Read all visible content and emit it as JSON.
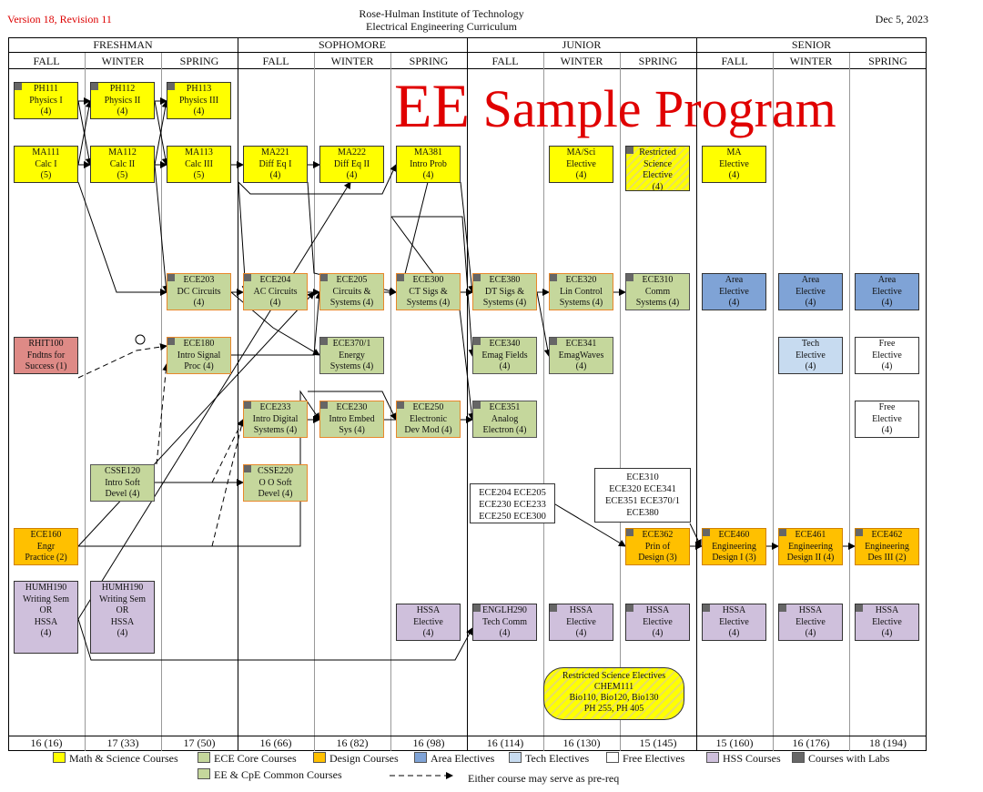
{
  "header": {
    "version": "Version 18, Revision 11",
    "institute": "Rose-Hulman Institute of Technology",
    "curriculum": "Electrical Engineering Curriculum",
    "date": "Dec 5, 2023"
  },
  "title": {
    "ee": "EE",
    "rest": " Sample Program"
  },
  "years": [
    "FRESHMAN",
    "SOPHOMORE",
    "JUNIOR",
    "SENIOR"
  ],
  "terms": [
    "FALL",
    "WINTER",
    "SPRING",
    "FALL",
    "WINTER",
    "SPRING",
    "FALL",
    "WINTER",
    "SPRING",
    "FALL",
    "WINTER",
    "SPRING"
  ],
  "credits": [
    "16 (16)",
    "17 (33)",
    "17 (50)",
    "16 (66)",
    "16 (82)",
    "16 (98)",
    "16 (114)",
    "16 (130)",
    "15 (145)",
    "15 (160)",
    "16 (176)",
    "18 (194)"
  ],
  "courses": {
    "ph111": [
      "PH111",
      "Physics I",
      "(4)"
    ],
    "ph112": [
      "PH112",
      "Physics II",
      "(4)"
    ],
    "ph113": [
      "PH113",
      "Physics III",
      "(4)"
    ],
    "ma111": [
      "MA111",
      "Calc I",
      "(5)"
    ],
    "ma112": [
      "MA112",
      "Calc II",
      "(5)"
    ],
    "ma113": [
      "MA113",
      "Calc III",
      "(5)"
    ],
    "ma221": [
      "MA221",
      "Diff Eq I",
      "(4)"
    ],
    "ma222": [
      "MA222",
      "Diff Eq II",
      "(4)"
    ],
    "ma381": [
      "MA381",
      "Intro Prob",
      "(4)"
    ],
    "masci": [
      "MA/Sci",
      "Elective",
      "(4)"
    ],
    "rse": [
      "Restricted",
      "Science",
      "Elective",
      "(4)"
    ],
    "maelec": [
      "MA",
      "Elective",
      "(4)"
    ],
    "ece203": [
      "ECE203",
      "DC Circuits",
      "(4)"
    ],
    "ece204": [
      "ECE204",
      "AC Circuits",
      "(4)"
    ],
    "ece205": [
      "ECE205",
      "Circuits &",
      "Systems (4)"
    ],
    "ece300": [
      "ECE300",
      "CT Sigs &",
      "Systems (4)"
    ],
    "ece380": [
      "ECE380",
      "DT Sigs &",
      "Systems (4)"
    ],
    "ece320": [
      "ECE320",
      "Lin Control",
      "Systems (4)"
    ],
    "ece310": [
      "ECE310",
      "Comm",
      "Systems (4)"
    ],
    "area1": [
      "Area",
      "Elective",
      "(4)"
    ],
    "area2": [
      "Area",
      "Elective",
      "(4)"
    ],
    "area3": [
      "Area",
      "Elective",
      "(4)"
    ],
    "rhit100": [
      "RHIT100",
      "Fndtns for",
      "Success (1)"
    ],
    "ece180": [
      "ECE180",
      "Intro Signal",
      "Proc (4)"
    ],
    "ece370": [
      "ECE370/1",
      "Energy",
      "Systems (4)"
    ],
    "ece340": [
      "ECE340",
      "Emag Fields",
      "(4)"
    ],
    "ece341": [
      "ECE341",
      "EmagWaves",
      "(4)"
    ],
    "tech": [
      "Tech",
      "Elective",
      "(4)"
    ],
    "free1": [
      "Free",
      "Elective",
      "(4)"
    ],
    "ece233": [
      "ECE233",
      "Intro Digital",
      "Systems (4)"
    ],
    "ece230": [
      "ECE230",
      "Intro Embed",
      "Sys (4)"
    ],
    "ece250": [
      "ECE250",
      "Electronic",
      "Dev Mod (4)"
    ],
    "ece351": [
      "ECE351",
      "Analog",
      "Electron (4)"
    ],
    "free2": [
      "Free",
      "Elective",
      "(4)"
    ],
    "csse120": [
      "CSSE120",
      "Intro Soft",
      "Devel (4)"
    ],
    "csse220": [
      "CSSE220",
      "O O Soft",
      "Devel (4)"
    ],
    "ece160": [
      "ECE160",
      "Engr",
      "Practice (2)"
    ],
    "ece362": [
      "ECE362",
      "Prin of",
      "Design (3)"
    ],
    "ece460": [
      "ECE460",
      "Engineering",
      "Design I (3)"
    ],
    "ece461": [
      "ECE461",
      "Engineering",
      "Design II (4)"
    ],
    "ece462": [
      "ECE462",
      "Engineering",
      "Des III (2)"
    ],
    "humh1": [
      "HUMH190",
      "Writing Sem",
      "OR",
      "HSSA",
      "(4)"
    ],
    "humh2": [
      "HUMH190",
      "Writing Sem",
      "OR",
      "HSSA",
      "(4)"
    ],
    "hssa1": [
      "HSSA",
      "Elective",
      "(4)"
    ],
    "engl": [
      "ENGLH290",
      "Tech Comm",
      "(4)"
    ],
    "hssa2": [
      "HSSA",
      "Elective",
      "(4)"
    ],
    "hssa3": [
      "HSSA",
      "Elective",
      "(4)"
    ],
    "hssa4": [
      "HSSA",
      "Elective",
      "(4)"
    ],
    "hssa5": [
      "HSSA",
      "Elective",
      "(4)"
    ],
    "hssa6": [
      "HSSA",
      "Elective",
      "(4)"
    ]
  },
  "notes": {
    "n1": [
      "ECE204 ECE205",
      "ECE230 ECE233",
      "ECE250 ECE300"
    ],
    "n2": [
      "ECE310",
      "ECE320 ECE341",
      "ECE351 ECE370/1",
      "ECE380"
    ],
    "oval": [
      "Restricted Science Electives",
      "CHEM111",
      "Bio110, Bio120, Bio130",
      "PH 255, PH 405"
    ]
  },
  "legend": {
    "math": "Math & Science Courses",
    "ece": "ECE Core Courses",
    "design": "Design Courses",
    "area": "Area Electives",
    "tech": "Tech Electives",
    "free": "Free Electives",
    "hss": "HSS Courses",
    "labs": "Courses with Labs",
    "common": "EE & CpE Common Courses",
    "either": "Either course may serve as pre-req"
  },
  "colors": {
    "math": "#ffff00",
    "ece": "#c5d79c",
    "design": "#ffc000",
    "area": "#7fa3d6",
    "tech": "#c7dbf0",
    "free": "#ffffff",
    "hss": "#cfc0dc",
    "rhit": "#de8a86",
    "title": "#e00000"
  }
}
